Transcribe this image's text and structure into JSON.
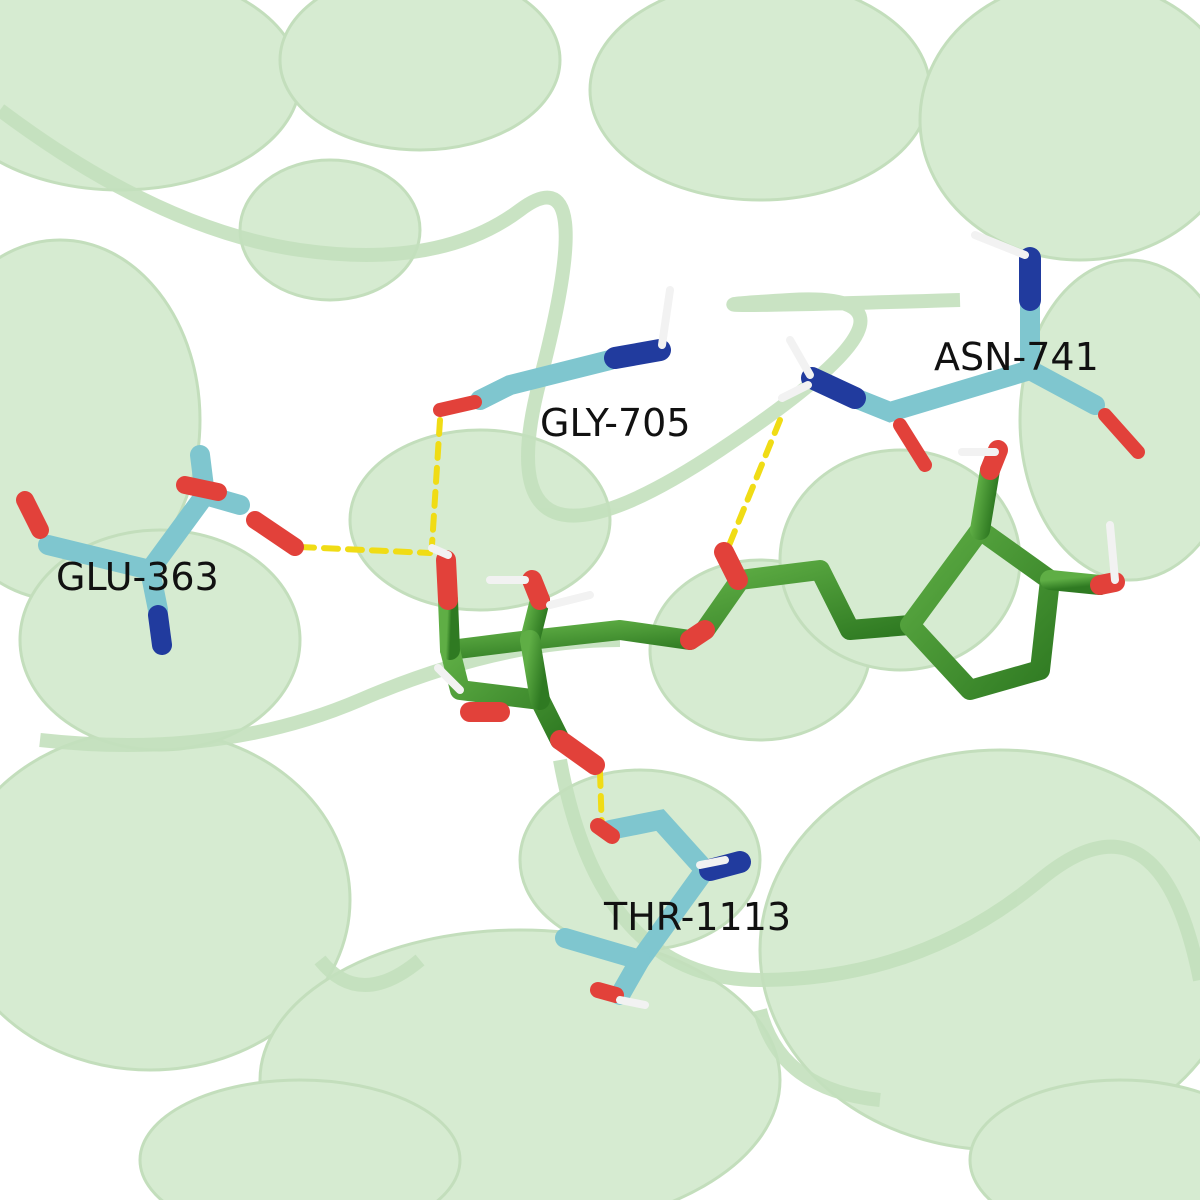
{
  "residues": [
    {
      "id": "glu",
      "label": "GLU-363"
    },
    {
      "id": "gly",
      "label": "GLY-705"
    },
    {
      "id": "asn",
      "label": "ASN-741"
    },
    {
      "id": "thr",
      "label": "THR-1113"
    }
  ],
  "colors": {
    "background": "#ffffff",
    "cartoon": "#cde8c8",
    "cartoon_edge": "#b5d6ad",
    "ligand_carbon": "#3f8d2d",
    "residue_carbon": "#7fc6cf",
    "oxygen": "#e2413a",
    "nitrogen": "#213b9e",
    "hydrogen": "#f2f2f2",
    "hbond": "#f0dc15"
  }
}
